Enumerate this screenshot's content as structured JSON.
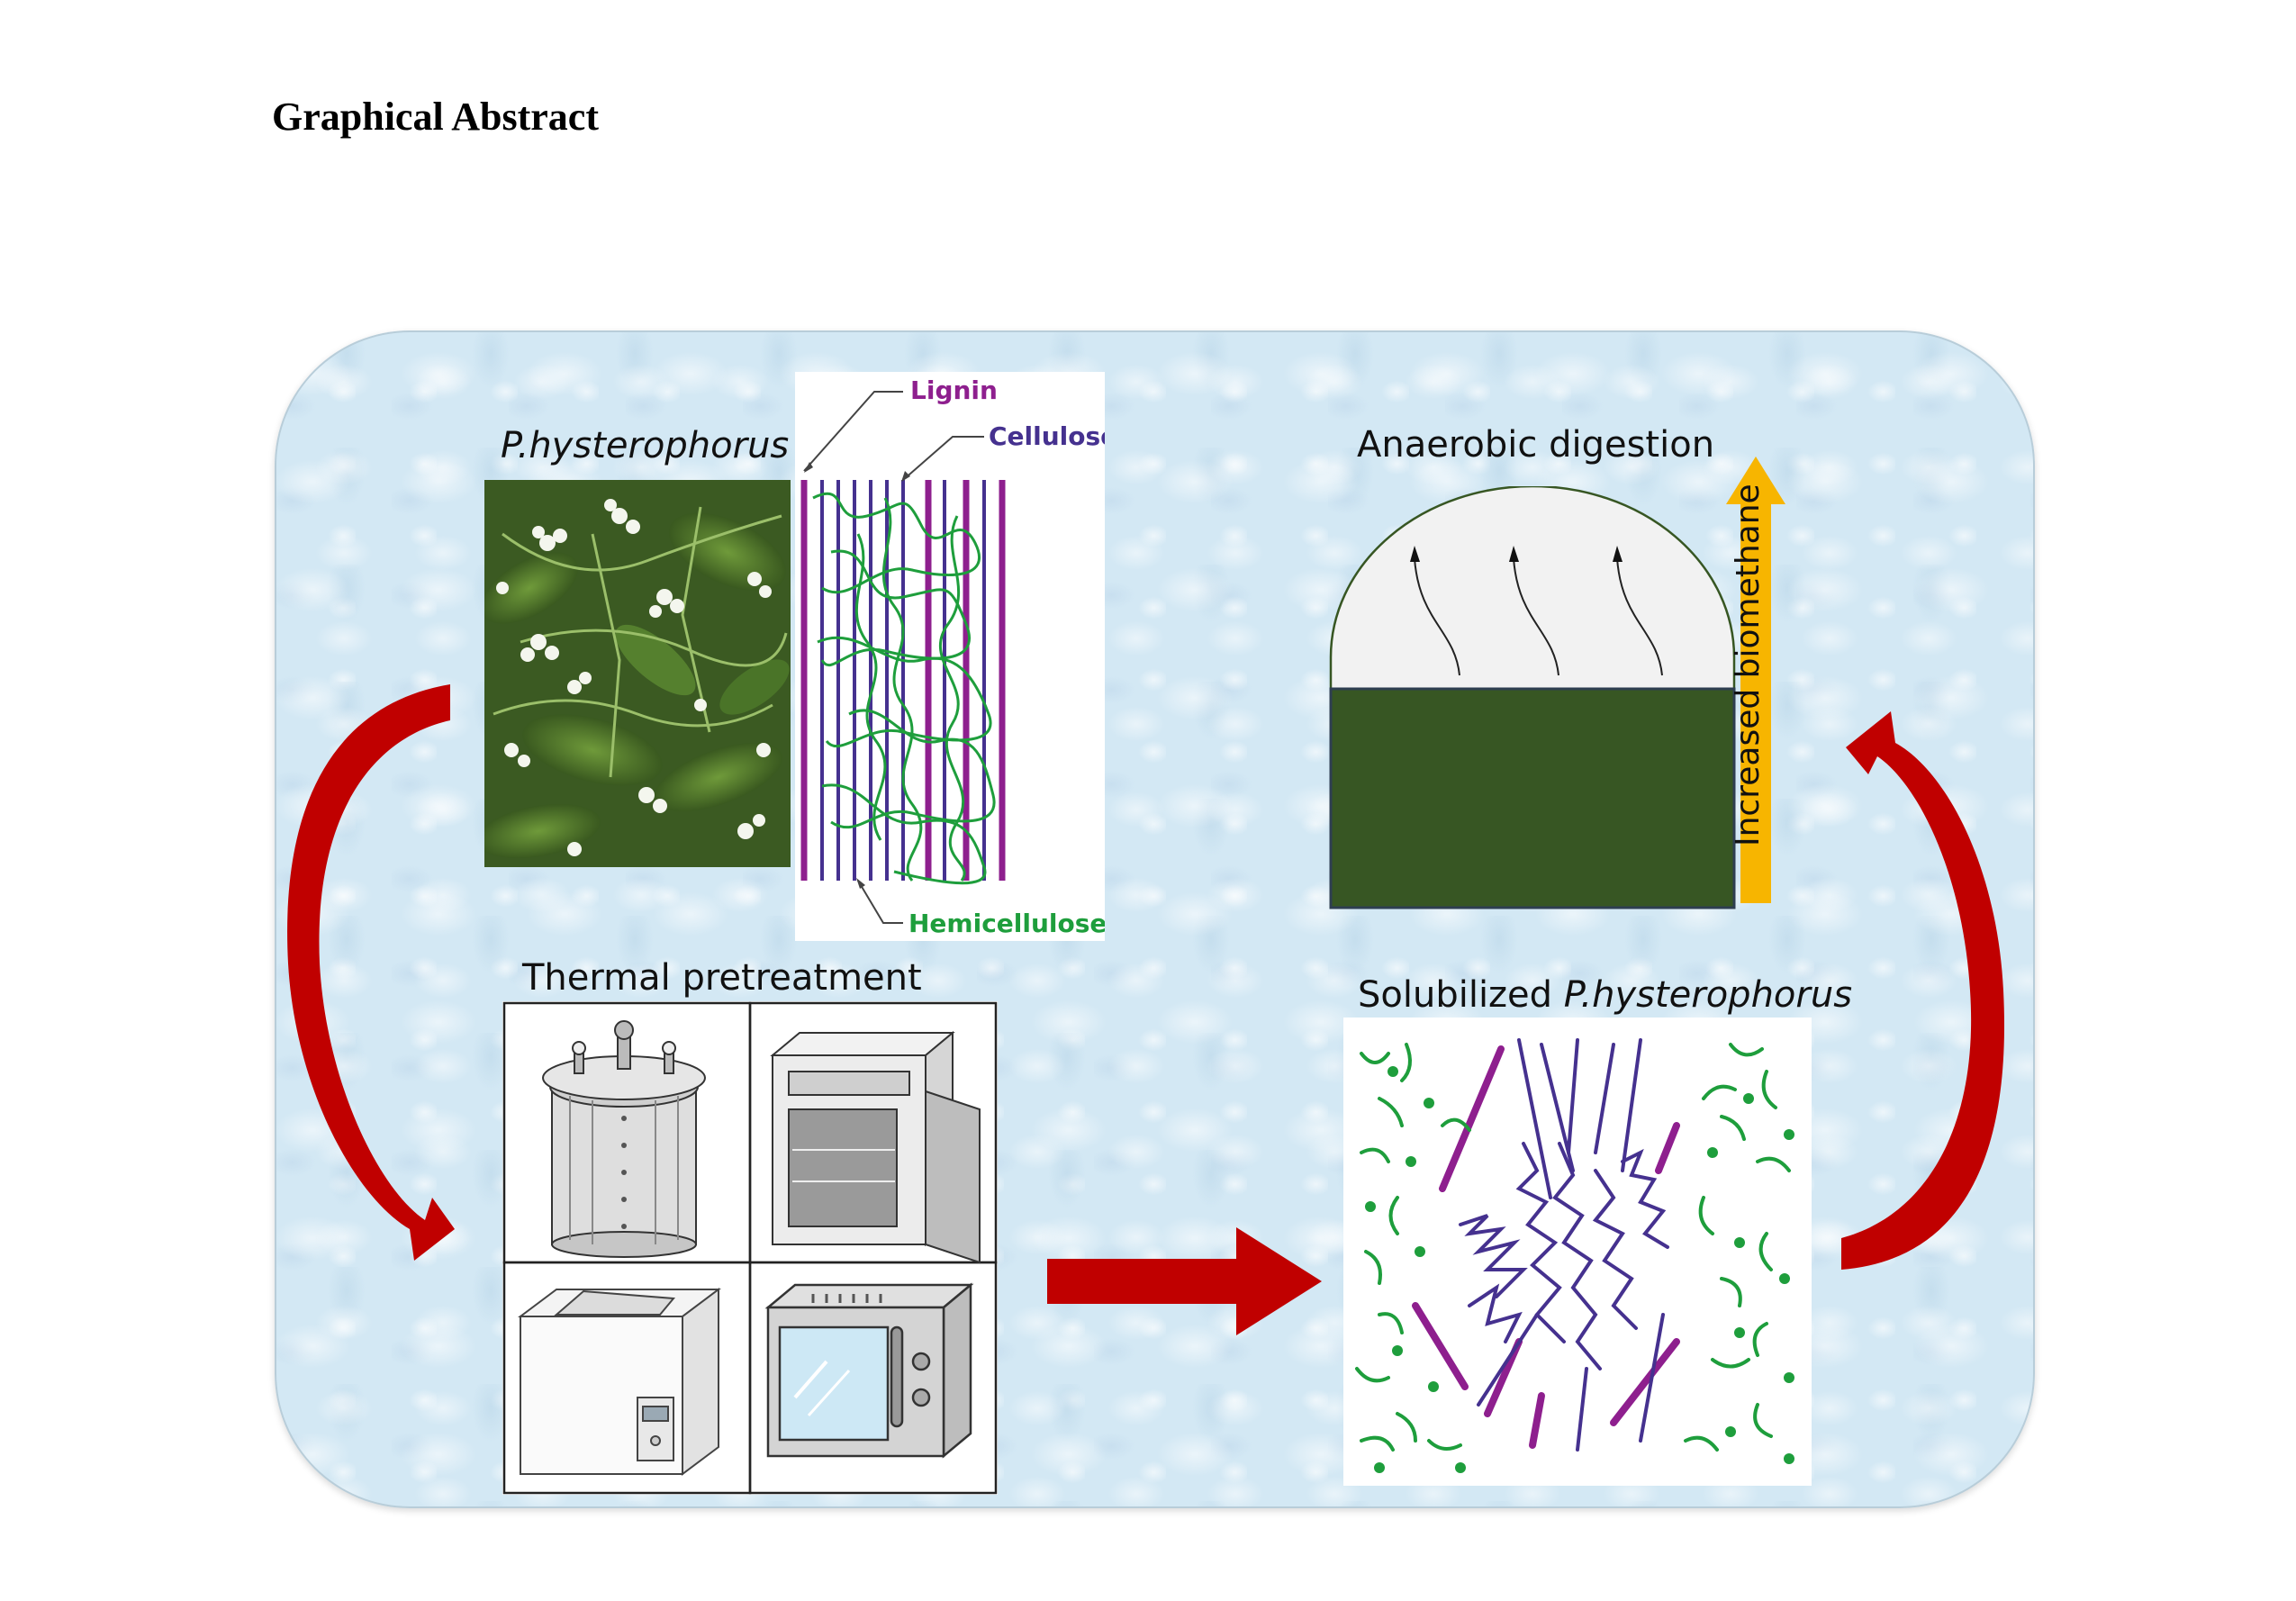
{
  "title": "Graphical Abstract",
  "plant": {
    "label": "P.hysterophorus",
    "structure": {
      "lignin": "Lignin",
      "cellulose": "Cellulose",
      "hemicellulose": "Hemicellulose"
    }
  },
  "pretreatment": {
    "label": "Thermal pretreatment"
  },
  "solubilized": {
    "prefix": "Solubilized ",
    "species": "P.hysterophorus"
  },
  "digestion": {
    "label": "Anaerobic digestion",
    "arrow_label": "Increased biomethane"
  },
  "colors": {
    "panel": "#d3e8f4",
    "arrow": "#c00000",
    "lignin": "#8e1f8e",
    "cellulose": "#45318f",
    "hemicellulose": "#1e9e3c",
    "digestate": "#375623",
    "biomethane_arrow": "#f7b500"
  }
}
